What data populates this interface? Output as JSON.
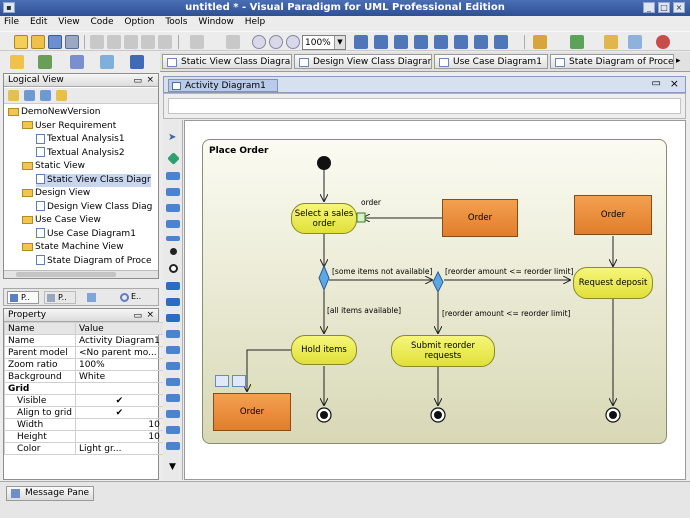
{
  "window": {
    "title": "untitled * - Visual Paradigm for UML Professional Edition"
  },
  "menu": [
    "File",
    "Edit",
    "View",
    "Code",
    "Option",
    "Tools",
    "Window",
    "Help"
  ],
  "toolbar": {
    "zoom": "100%"
  },
  "editor_tabs": [
    {
      "label": "Static View Class Diagram"
    },
    {
      "label": "Design View Class Diagram"
    },
    {
      "label": "Use Case Diagram1"
    },
    {
      "label": "State Diagram of Proce"
    }
  ],
  "active_tab": {
    "label": "Activity Diagram1"
  },
  "logical_view": {
    "title": "Logical View",
    "tree": [
      {
        "label": "DemoNewVersion",
        "type": "folder",
        "depth": 0
      },
      {
        "label": "User Requirement",
        "type": "folder",
        "depth": 1
      },
      {
        "label": "Textual Analysis1",
        "type": "doc",
        "depth": 2
      },
      {
        "label": "Textual Analysis2",
        "type": "doc",
        "depth": 2
      },
      {
        "label": "Static View",
        "type": "folder",
        "depth": 1
      },
      {
        "label": "Static View Class Diagr",
        "type": "doc",
        "depth": 2,
        "selected": true
      },
      {
        "label": "Design View",
        "type": "folder",
        "depth": 1
      },
      {
        "label": "Design View Class Diag",
        "type": "doc",
        "depth": 2
      },
      {
        "label": "Use Case View",
        "type": "folder",
        "depth": 1
      },
      {
        "label": "Use Case Diagram1",
        "type": "doc",
        "depth": 2
      },
      {
        "label": "State Machine View",
        "type": "folder",
        "depth": 1
      },
      {
        "label": "State Diagram of Proce",
        "type": "doc",
        "depth": 2
      }
    ]
  },
  "mini_tabs": [
    "P..",
    "P..",
    "E.."
  ],
  "property": {
    "title": "Property",
    "header": [
      "Name",
      "Value"
    ],
    "rows": [
      {
        "name": "Name",
        "value": "Activity Diagram1"
      },
      {
        "name": "Parent model",
        "value": "<No parent mo..."
      },
      {
        "name": "Zoom ratio",
        "value": "100%"
      },
      {
        "name": "Background",
        "value": "White"
      },
      {
        "name": "Grid",
        "value": "",
        "group": true
      },
      {
        "name": "Visible",
        "value": "✔"
      },
      {
        "name": "Align to grid",
        "value": "✔"
      },
      {
        "name": "Width",
        "value": "10"
      },
      {
        "name": "Height",
        "value": "10"
      },
      {
        "name": "Color",
        "value": "Light gr..."
      }
    ]
  },
  "status": {
    "message_pane": "Message Pane"
  },
  "diagram": {
    "frame_title": "Place Order",
    "actions": {
      "select_sales_order": "Select a sales order",
      "hold_items": "Hold items",
      "submit_reorder": "Submit reorder requests",
      "request_deposit": "Request deposit"
    },
    "objects": {
      "order_center": "Order",
      "order_right": "Order",
      "order_bottom": "Order"
    },
    "labels": {
      "order_pin": "order",
      "some_not_available": "[some items not available]",
      "reorder_amount": "[reorder amount <= reorder limit]",
      "all_available": "[all items available]",
      "reorder_amount_2": "[reorder amount <= reorder limit]"
    }
  },
  "colors": {
    "title_bar": "#2e4f94",
    "action_fill": "#eeee5a",
    "object_fill": "#ec8f3c",
    "frame_fill": "#e2e2c6"
  }
}
